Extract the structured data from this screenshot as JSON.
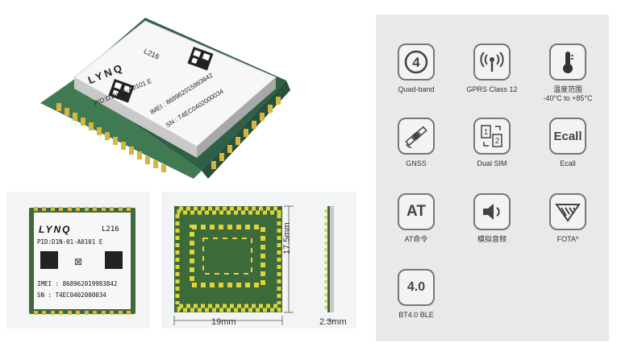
{
  "module": {
    "brand": "LYNQ",
    "model": "L216",
    "pid": "PID:D1N-01-A0101 E",
    "imei": "IMEI : 868962019983842",
    "sn": "SN : T4EC0402000034",
    "hero_pid": "PID:D1N-01-A0101 E",
    "hero_imei": "IMEI : 868962015983842",
    "hero_sn": "SN : T4EC0402000034"
  },
  "dimensions": {
    "width": "19mm",
    "height": "17.5mm",
    "thickness": "2.3mm"
  },
  "features": [
    {
      "icon": "quad-band-icon",
      "glyph": "4",
      "label": "Quad-band"
    },
    {
      "icon": "gprs-icon",
      "label": "GPRS Class 12"
    },
    {
      "icon": "thermometer-icon",
      "label": "温度范围",
      "label2": "-40°C to +85°C"
    },
    {
      "icon": "satellite-icon",
      "label": "GNSS"
    },
    {
      "icon": "dual-sim-icon",
      "glyph1": "1",
      "glyph2": "2",
      "label": "Dual SIM"
    },
    {
      "icon": "ecall-icon",
      "glyph": "Ecall",
      "label": "Ecall"
    },
    {
      "icon": "at-command-icon",
      "glyph": "AT",
      "label": "AT命令"
    },
    {
      "icon": "speaker-icon",
      "label": "模拟音频"
    },
    {
      "icon": "fota-icon",
      "label": "FOTA*"
    },
    {
      "icon": "bluetooth-icon",
      "glyph": "4.0",
      "label": "BT4.0 BLE"
    }
  ]
}
